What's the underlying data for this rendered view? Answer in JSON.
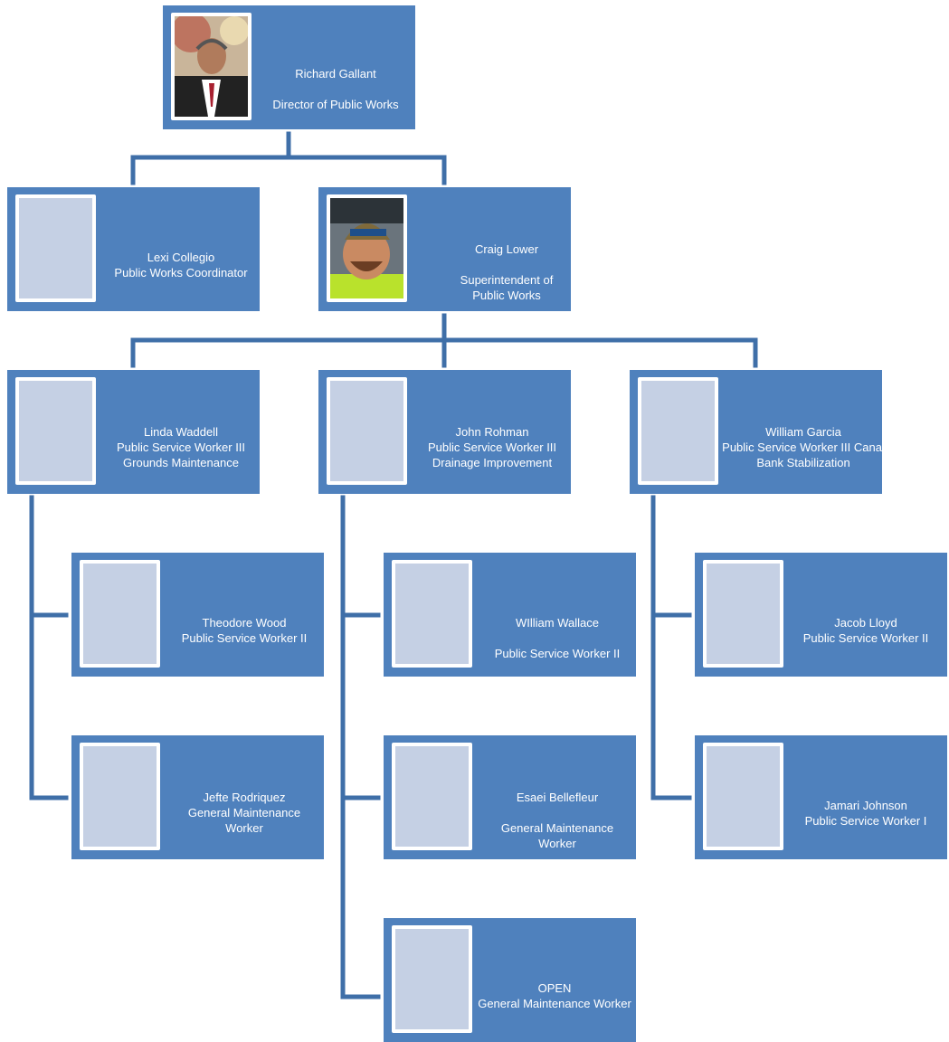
{
  "colors": {
    "box_fill": "#4f81bd",
    "connector": "#3f6fa8",
    "placeholder_fill": "#c5d0e4",
    "text": "#ffffff"
  },
  "director": {
    "name": "Richard Gallant",
    "role": "Director of Public Works",
    "photo": "portrait-photo"
  },
  "coordinator": {
    "name": "Lexi Collegio",
    "role": "Public Works Coordinator"
  },
  "superintendent": {
    "name": "Craig Lower",
    "role": "Superintendent of Public Works",
    "photo": "portrait-photo"
  },
  "leads": [
    {
      "name": "Linda Waddell",
      "role": "Public Service Worker III Grounds Maintenance",
      "reports": [
        {
          "name": "Theodore Wood",
          "role": "Public Service Worker II"
        },
        {
          "name": "Jefte Rodriquez",
          "role": "General Maintenance Worker"
        }
      ]
    },
    {
      "name": "John Rohman",
      "role": "Public Service Worker III Drainage Improvement",
      "reports": [
        {
          "name": "WIlliam Wallace",
          "role": "Public Service Worker II"
        },
        {
          "name": "Esaei Bellefleur",
          "role": "General Maintenance Worker"
        },
        {
          "name": "OPEN",
          "role": "General Maintenance Worker"
        }
      ]
    },
    {
      "name": "William Garcia",
      "role": "Public Service Worker III Canal Bank Stabilization",
      "reports": [
        {
          "name": "Jacob Lloyd",
          "role": "Public Service Worker II"
        },
        {
          "name": "Jamari Johnson",
          "role": "Public Service Worker I"
        }
      ]
    }
  ]
}
